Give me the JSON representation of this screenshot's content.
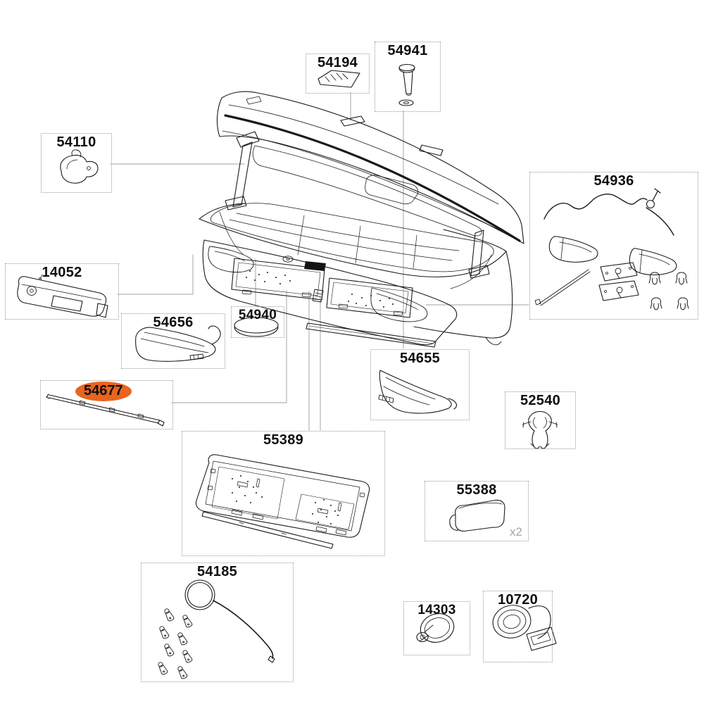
{
  "diagram": {
    "kind": "exploded-parts-diagram",
    "subject_sketch": "cargo-roof-box-open-lid-rear-view"
  },
  "colors": {
    "line": "#1a1a1a",
    "leader": "#b4b4b4",
    "box_border": "#9a9a9a",
    "highlight": "#e8641f",
    "muted_text": "#a6a6a6"
  },
  "parts": [
    {
      "label": "54194",
      "sketch": "thule-badge",
      "highlighted": false
    },
    {
      "label": "54941",
      "sketch": "bolt-with-washer",
      "highlighted": false
    },
    {
      "label": "54110",
      "sketch": "hook-bracket",
      "highlighted": false
    },
    {
      "label": "54936",
      "sketch": "lamp-kit-wiring-harness",
      "highlighted": false
    },
    {
      "label": "14052",
      "sketch": "lock-handle-panel",
      "highlighted": false
    },
    {
      "label": "54656",
      "sketch": "end-cap-left",
      "highlighted": false
    },
    {
      "label": "54940",
      "sketch": "oval-plug",
      "highlighted": false
    },
    {
      "label": "54677",
      "sketch": "trim-strip",
      "highlighted": true
    },
    {
      "label": "54655",
      "sketch": "end-cap-right",
      "highlighted": false
    },
    {
      "label": "52540",
      "sketch": "cable-clip",
      "highlighted": false
    },
    {
      "label": "55389",
      "sketch": "license-plate-holder",
      "highlighted": false
    },
    {
      "label": "55388",
      "sketch": "cover-cap",
      "quantity_note": "x2",
      "highlighted": false
    },
    {
      "label": "54185",
      "sketch": "clip-set-with-cable",
      "highlighted": false
    },
    {
      "label": "14303",
      "sketch": "grommet",
      "highlighted": false
    },
    {
      "label": "10720",
      "sketch": "strap-with-buckle",
      "highlighted": false
    }
  ]
}
